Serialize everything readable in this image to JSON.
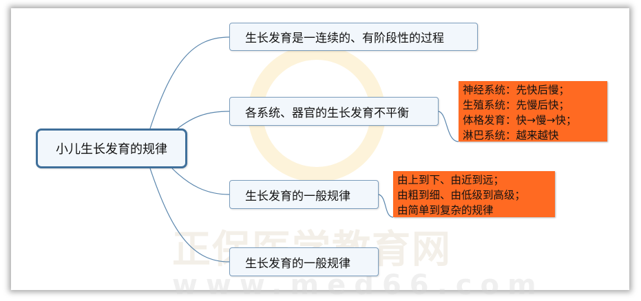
{
  "root": {
    "label": "小儿生长发育的规律"
  },
  "branches": [
    {
      "label": "生长发育是一连续的、有阶段性的过程"
    },
    {
      "label": "各系统、器官的生长发育不平衡"
    },
    {
      "label": "生长发育的一般规律"
    },
    {
      "label": "生长发育的一般规律"
    }
  ],
  "notes": {
    "systems": [
      "神经系统：先快后慢；",
      "生殖系统：先慢后快；",
      "体格发育：快→慢→快；",
      "淋巴系统：越来越快"
    ],
    "general": [
      "由上到下、由近到远；",
      "由粗到细、由低级到高级；",
      "由简单到复杂的规律"
    ]
  },
  "watermark": {
    "name": "正保医学教育网",
    "url": "www.med66.com"
  },
  "colors": {
    "note_bg": "#ff6a22",
    "node_bg": "#f2f7fc",
    "root_border": "#3f6f9a",
    "line": "#5a86ad"
  }
}
